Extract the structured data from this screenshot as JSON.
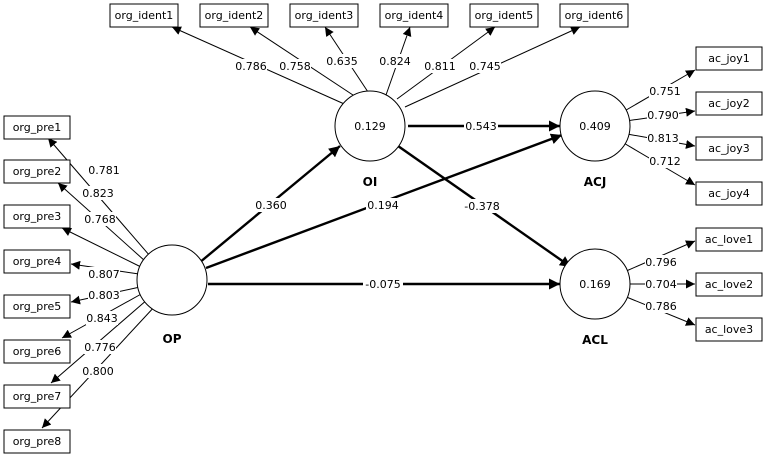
{
  "latents": {
    "OP": {
      "name": "OP",
      "r2": ""
    },
    "OI": {
      "name": "OI",
      "r2": "0.129"
    },
    "ACJ": {
      "name": "ACJ",
      "r2": "0.409"
    },
    "ACL": {
      "name": "ACL",
      "r2": "0.169"
    }
  },
  "indicators": {
    "org_ident1": "org_ident1",
    "org_ident2": "org_ident2",
    "org_ident3": "org_ident3",
    "org_ident4": "org_ident4",
    "org_ident5": "org_ident5",
    "org_ident6": "org_ident6",
    "org_pre1": "org_pre1",
    "org_pre2": "org_pre2",
    "org_pre3": "org_pre3",
    "org_pre4": "org_pre4",
    "org_pre5": "org_pre5",
    "org_pre6": "org_pre6",
    "org_pre7": "org_pre7",
    "org_pre8": "org_pre8",
    "ac_joy1": "ac_joy1",
    "ac_joy2": "ac_joy2",
    "ac_joy3": "ac_joy3",
    "ac_joy4": "ac_joy4",
    "ac_love1": "ac_love1",
    "ac_love2": "ac_love2",
    "ac_love3": "ac_love3"
  },
  "loadings": {
    "org_ident1": "0.786",
    "org_ident2": "0.758",
    "org_ident3": "0.635",
    "org_ident4": "0.824",
    "org_ident5": "0.811",
    "org_ident6": "0.745",
    "org_pre1": "0.781",
    "org_pre2": "0.823",
    "org_pre3": "0.768",
    "org_pre4": "0.807",
    "org_pre5": "0.803",
    "org_pre6": "0.843",
    "org_pre7": "0.776",
    "org_pre8": "0.800",
    "ac_joy1": "0.751",
    "ac_joy2": "0.790",
    "ac_joy3": "0.813",
    "ac_joy4": "0.712",
    "ac_love1": "0.796",
    "ac_love2": "0.704",
    "ac_love3": "0.786"
  },
  "paths": {
    "OP_OI": "0.360",
    "OP_ACJ": "0.194",
    "OP_ACL": "-0.075",
    "OI_ACJ": "0.543",
    "OI_ACL": "-0.378"
  }
}
